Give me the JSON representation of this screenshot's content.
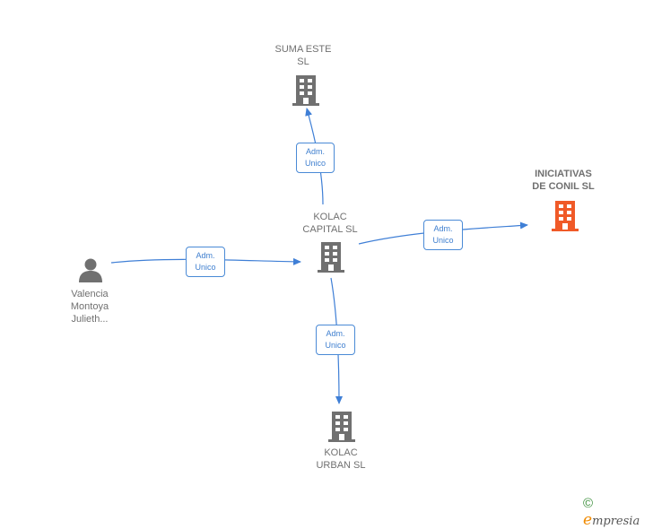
{
  "nodes": {
    "suma_este": {
      "label_line1": "SUMA ESTE",
      "label_line2": "SL",
      "type": "company",
      "color": "#707070"
    },
    "iniciativas": {
      "label_line1": "INICIATIVAS",
      "label_line2": "DE CONIL  SL",
      "type": "company",
      "color": "#f05a28",
      "highlight": true
    },
    "kolac_capital": {
      "label_line1": "KOLAC",
      "label_line2": "CAPITAL  SL",
      "type": "company",
      "color": "#707070"
    },
    "kolac_urban": {
      "label_line1": "KOLAC",
      "label_line2": "URBAN  SL",
      "type": "company",
      "color": "#707070"
    },
    "valencia": {
      "label_line1": "Valencia",
      "label_line2": "Montoya",
      "label_line3": "Julieth...",
      "type": "person",
      "color": "#707070"
    }
  },
  "edges": [
    {
      "from": "kolac_capital",
      "to": "suma_este",
      "line1": "Adm.",
      "line2": "Unico"
    },
    {
      "from": "kolac_capital",
      "to": "iniciativas",
      "line1": "Adm.",
      "line2": "Unico"
    },
    {
      "from": "valencia",
      "to": "kolac_capital",
      "line1": "Adm.",
      "line2": "Unico"
    },
    {
      "from": "kolac_capital",
      "to": "kolac_urban",
      "line1": "Adm.",
      "line2": "Unico"
    }
  ],
  "edge_color": "#3f7fd6",
  "footer": {
    "copyright": "©",
    "brand_initial": "e",
    "brand_rest": "mpresia"
  }
}
